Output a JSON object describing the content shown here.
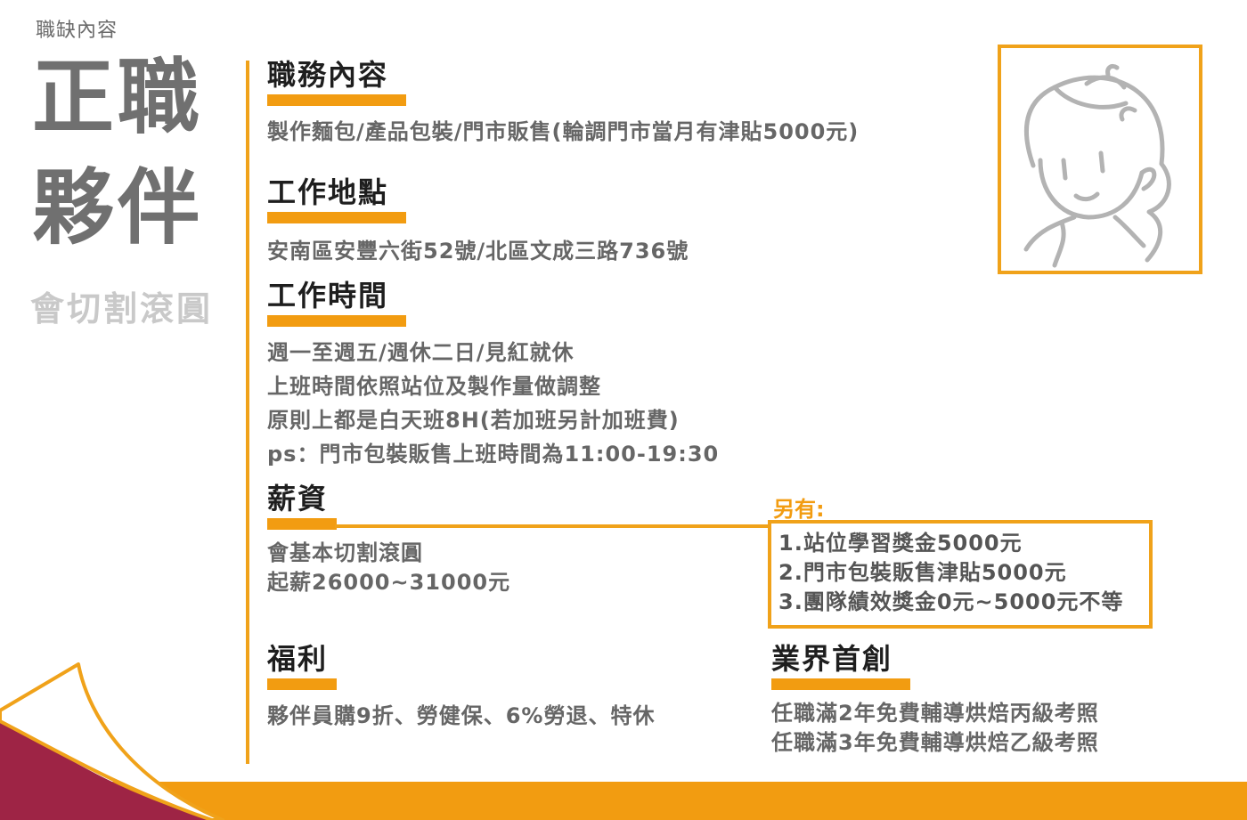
{
  "breadcrumb": "職缺內容",
  "title": {
    "line1": "正職",
    "line2": "夥伴",
    "subtitle": "會切割滾圓"
  },
  "sections": {
    "duties": {
      "heading": "職務內容",
      "lines": [
        "製作麵包/產品包裝/門市販售(輪調門市當月有津貼5000元)"
      ]
    },
    "location": {
      "heading": "工作地點",
      "lines": [
        "安南區安豐六街52號/北區文成三路736號"
      ]
    },
    "hours": {
      "heading": "工作時間",
      "lines": [
        "週一至週五/週休二日/見紅就休",
        "上班時間依照站位及製作量做調整",
        "原則上都是白天班8H(若加班另計加班費)",
        "ps：門市包裝販售上班時間為11:00-19:30"
      ]
    },
    "salary": {
      "heading": "薪資",
      "lines": [
        "會基本切割滾圓",
        "起薪26000~31000元"
      ]
    },
    "extra": {
      "label": "另有:",
      "lines": [
        "1.站位學習獎金5000元",
        "2.門市包裝販售津貼5000元",
        "3.團隊績效獎金0元~5000元不等"
      ]
    },
    "benefits": {
      "heading": "福利",
      "lines": [
        "夥伴員購9折、勞健保、6%勞退、特休"
      ]
    },
    "industry_first": {
      "heading": "業界首創",
      "lines": [
        "任職滿2年免費輔導烘焙丙級考照",
        "任職滿3年免費輔導烘焙乙級考照"
      ]
    }
  },
  "colors": {
    "accent": "#f29c11",
    "maroon": "#9e2445",
    "title_gray": "#707070",
    "subtitle_gray": "#c9c9c9"
  },
  "icons": {
    "portrait": "person-line-drawing-icon",
    "page_curl": "page-curl-icon"
  }
}
